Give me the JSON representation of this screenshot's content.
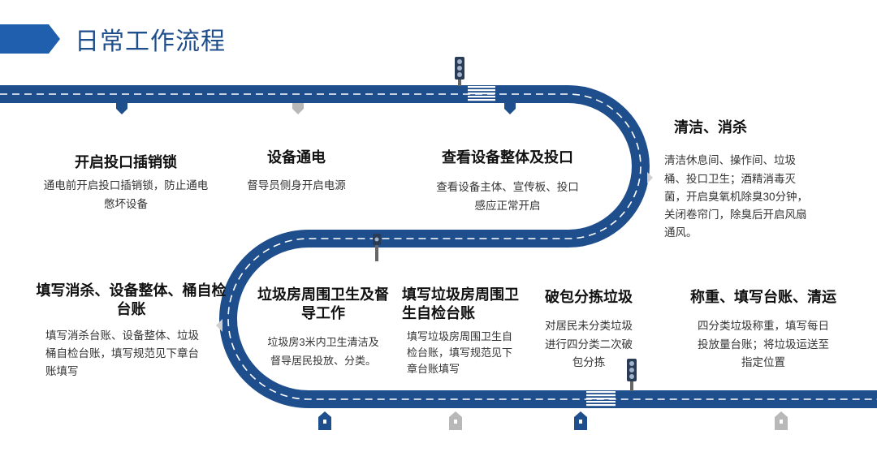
{
  "header": {
    "title": "日常工作流程"
  },
  "steps": [
    {
      "title": "开启投口插销锁",
      "desc": "通电前开启投口插销锁，防止通电憋坏设备"
    },
    {
      "title": "设备通电",
      "desc": "督导员侧身开启电源"
    },
    {
      "title": "查看设备整体及投口",
      "desc": "查看设备主体、宣传板、投口感应正常开启"
    },
    {
      "title": "清洁、消杀",
      "desc": "清洁休息间、操作间、垃圾桶、投口卫生；酒精消毒灭菌，开启臭氧机除臭30分钟，关闭卷帘门，除臭后开启风扇通风。"
    },
    {
      "title": "称重、填写台账、清运",
      "desc": "四分类垃圾称重，填写每日投放量台账；将垃圾运送至指定位置"
    },
    {
      "title": "破包分拣垃圾",
      "desc": "对居民未分类垃圾进行四分类二次破包分拣"
    },
    {
      "title": "填写垃圾房周围卫生自检台账",
      "desc": "填写垃圾房周围卫生自检台账，填写规范见下章台账填写"
    },
    {
      "title": "垃圾房周围卫生及督导工作",
      "desc": "垃圾房3米内卫生清洁及督导居民投放、分类。"
    },
    {
      "title": "填写消杀、设备整体、桶自检台账",
      "desc": "填写消杀台账、设备整体、垃圾桶自检台账，填写规范见下章台账填写"
    }
  ],
  "colors": {
    "road": "#1f4e8c",
    "accent": "#1f4e8c",
    "marker_gray": "#b8b8b8"
  }
}
